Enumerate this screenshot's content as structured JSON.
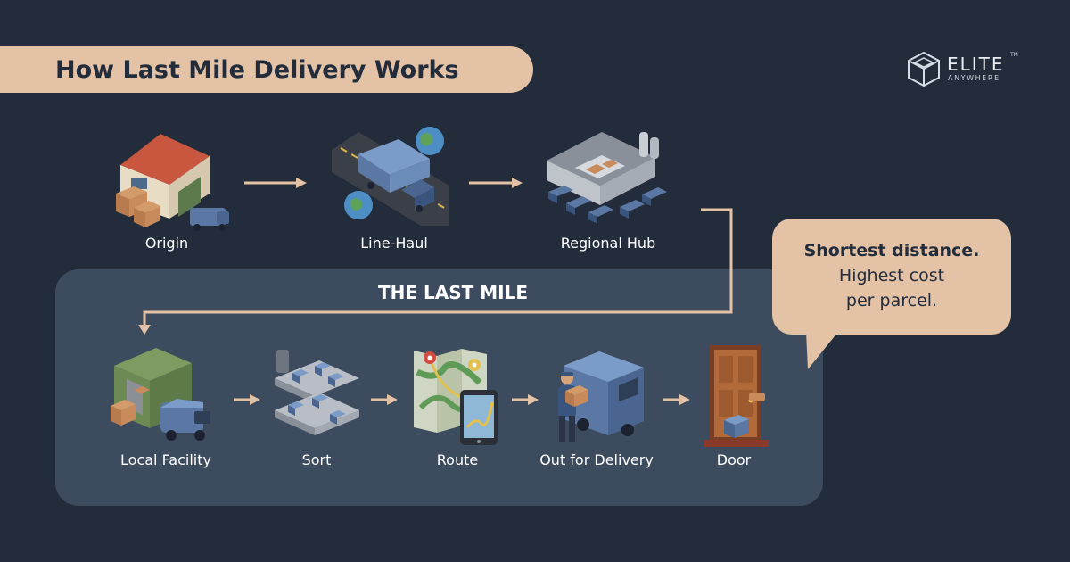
{
  "header": {
    "title": "How Last Mile Delivery Works"
  },
  "logo": {
    "word": "ELITE",
    "tagline": "ANYWHERE",
    "trademark": "TM",
    "icon": "cube-logo-icon"
  },
  "top_row": [
    {
      "label": "Origin",
      "icon": "warehouse-icon"
    },
    {
      "label": "Line-Haul",
      "icon": "truck-on-highway-icon"
    },
    {
      "label": "Regional Hub",
      "icon": "distribution-hub-icon"
    }
  ],
  "last_mile": {
    "title": "THE LAST MILE",
    "steps": [
      {
        "label": "Local Facility",
        "icon": "local-warehouse-icon"
      },
      {
        "label": "Sort",
        "icon": "conveyor-sort-icon"
      },
      {
        "label": "Route",
        "icon": "map-route-icon"
      },
      {
        "label": "Out for Delivery",
        "icon": "courier-van-icon"
      },
      {
        "label": "Door",
        "icon": "front-door-icon"
      }
    ]
  },
  "callout": {
    "line1": "Shortest distance.",
    "line2": "Highest cost",
    "line3": "per parcel."
  },
  "colors": {
    "background": "#232c3b",
    "panel": "#3d4b5e",
    "accent": "#e3c2a6",
    "arrow": "#e3c2a6",
    "text": "#ffffff"
  }
}
